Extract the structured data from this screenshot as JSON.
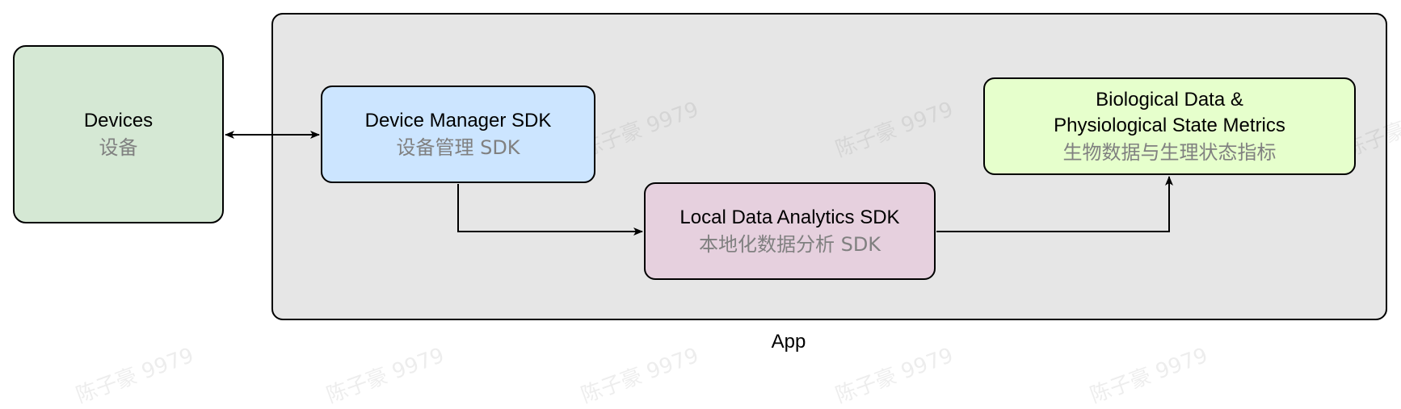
{
  "container": {
    "label": "App"
  },
  "nodes": {
    "devices": {
      "title": "Devices",
      "subtitle": "设备"
    },
    "device_manager": {
      "title": "Device Manager SDK",
      "subtitle": "设备管理 SDK"
    },
    "local_analytics": {
      "title": "Local Data Analytics SDK",
      "subtitle": "本地化数据分析 SDK"
    },
    "bio_metrics": {
      "title_line1": "Biological Data &",
      "title_line2": "Physiological State Metrics",
      "subtitle": "生物数据与生理状态指标"
    }
  },
  "watermark": {
    "text": "陈子豪 9979"
  },
  "colors": {
    "devices": "#d5e8d4",
    "device_manager": "#cce5ff",
    "local_analytics": "#e6d0de",
    "bio_metrics": "#e6ffcc",
    "container": "#e6e6e6",
    "subtitle_text": "#808080"
  }
}
